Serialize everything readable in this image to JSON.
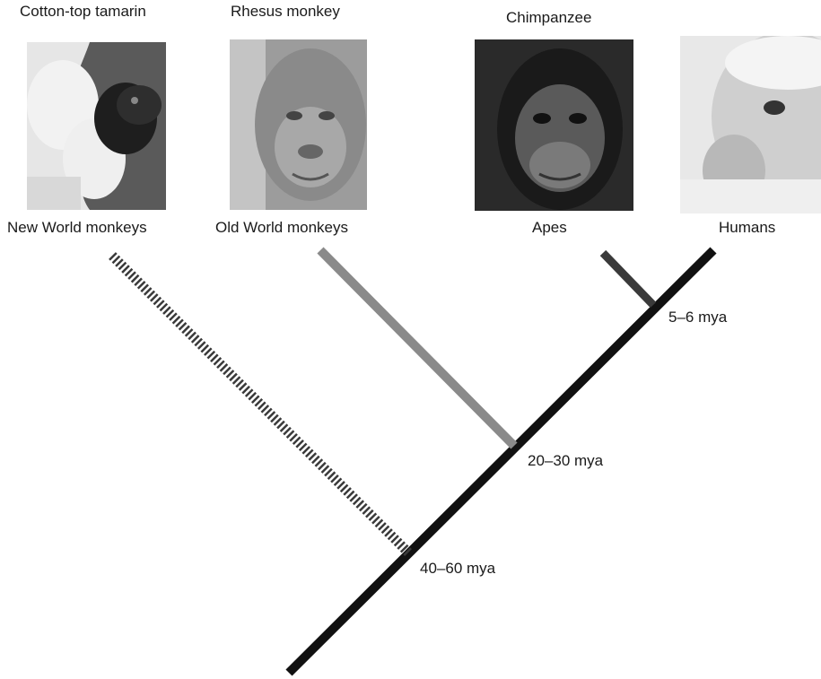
{
  "species": {
    "tamarin": "Cotton-top tamarin",
    "rhesus": "Rhesus monkey",
    "chimp": "Chimpanzee"
  },
  "groups": {
    "new_world": "New World monkeys",
    "old_world": "Old World monkeys",
    "apes": "Apes",
    "humans": "Humans"
  },
  "divergences": {
    "apes_humans": "5–6 mya",
    "old_world": "20–30 mya",
    "new_world": "40–60 mya"
  },
  "colors": {
    "trunk": "#111111",
    "old_world_branch": "#8a8a8a",
    "apes_branch": "#3a3a3a",
    "new_world_branch": "#3a3a3a"
  }
}
